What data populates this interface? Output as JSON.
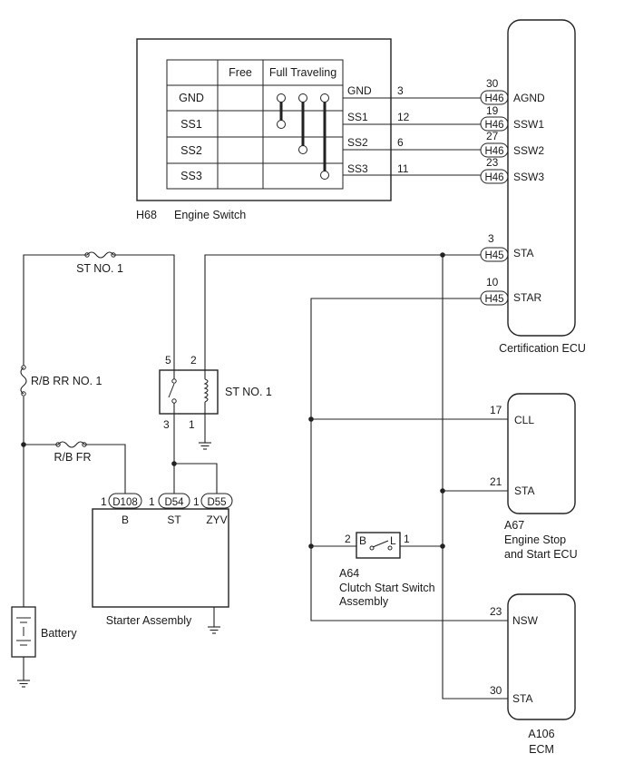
{
  "engine_switch": {
    "id": "H68",
    "name": "Engine Switch",
    "col_free": "Free",
    "col_full": "Full Traveling",
    "rows": [
      "GND",
      "SS1",
      "SS2",
      "SS3"
    ],
    "pins": [
      {
        "name": "GND",
        "num": "3"
      },
      {
        "name": "SS1",
        "num": "12"
      },
      {
        "name": "SS2",
        "num": "6"
      },
      {
        "name": "SS3",
        "num": "11"
      }
    ]
  },
  "cert_ecu": {
    "name": "Certification ECU",
    "pins": [
      {
        "conn": "H46",
        "num": "30",
        "name": "AGND"
      },
      {
        "conn": "H46",
        "num": "19",
        "name": "SSW1"
      },
      {
        "conn": "H46",
        "num": "27",
        "name": "SSW2"
      },
      {
        "conn": "H46",
        "num": "23",
        "name": "SSW3"
      },
      {
        "conn": "H45",
        "num": "3",
        "name": "STA"
      },
      {
        "conn": "H45",
        "num": "10",
        "name": "STAR"
      }
    ]
  },
  "fuses": {
    "st_no1": "ST NO. 1",
    "rb_rr": "R/B RR NO. 1",
    "rb_fr": "R/B FR"
  },
  "relay": {
    "name": "ST NO. 1",
    "pin5": "5",
    "pin2": "2",
    "pin3": "3",
    "pin1": "1"
  },
  "starter": {
    "name": "Starter Assembly",
    "pins": [
      {
        "num": "1",
        "conn": "D108",
        "name": "B"
      },
      {
        "num": "1",
        "conn": "D54",
        "name": "ST"
      },
      {
        "num": "1",
        "conn": "D55",
        "name": "ZYV"
      }
    ]
  },
  "battery": {
    "name": "Battery"
  },
  "engine_stop_ecu": {
    "id": "A67",
    "name_line1": "Engine Stop",
    "name_line2": "and Start ECU",
    "pins": [
      {
        "num": "17",
        "name": "CLL"
      },
      {
        "num": "21",
        "name": "STA"
      }
    ]
  },
  "clutch_switch": {
    "id": "A64",
    "name_line1": "Clutch Start Switch",
    "name_line2": "Assembly",
    "pin_b_num": "2",
    "pin_b": "B",
    "pin_l": "L",
    "pin_l_num": "1"
  },
  "ecm": {
    "id": "A106",
    "name": "ECM",
    "pins": [
      {
        "num": "23",
        "name": "NSW"
      },
      {
        "num": "30",
        "name": "STA"
      }
    ]
  }
}
